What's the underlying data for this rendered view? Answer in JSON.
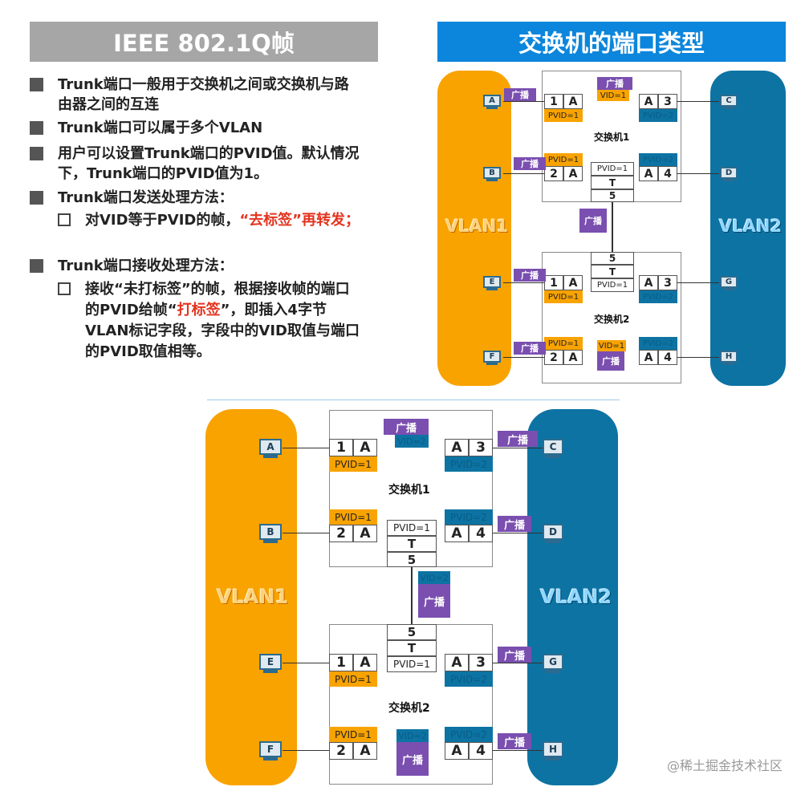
{
  "left_title": "IEEE 802.1Q帧",
  "right_title": "交换机的端口类型",
  "bullets": [
    {
      "line1": "Trunk端口一般用于交换机之间或交换机与路",
      "line2": "由器之间的互连"
    },
    {
      "line1": "Trunk端口可以属于多个VLAN"
    },
    {
      "line1": "用户可以设置Trunk端口的PVID值。默认情况",
      "line2": "下，Trunk端口的PVID值为1。"
    },
    {
      "line1": "Trunk端口发送处理方法："
    },
    {
      "line1": "Trunk端口接收处理方法："
    }
  ],
  "sub_send": {
    "pre": "对VID等于PVID的帧，",
    "red": "“去标签”",
    "post": "再转发；"
  },
  "sub_recv": {
    "l1": "接收“未打标签”的帧，根据接收帧的端口",
    "l2pre": "的PVID给帧“",
    "l2red": "打标签",
    "l2post": "”，即插入4字节",
    "l3": "VLAN标记字段，字段中的VID取值与端口",
    "l4": "的PVID取值相等。"
  },
  "diagram": {
    "vlan1": "VLAN1",
    "vlan2": "VLAN2",
    "switch1": "交换机1",
    "switch2": "交换机2",
    "broadcast": "广播",
    "pvid1": "PVID=1",
    "pvid2": "PVID=2",
    "vid1": "VID=1",
    "vid2": "VID=2",
    "t": "T",
    "five": "5",
    "hosts": {
      "a": "A",
      "b": "B",
      "c": "C",
      "d": "D",
      "e": "E",
      "f": "F",
      "g": "G",
      "h": "H"
    },
    "p1": "1",
    "p2": "2",
    "p3": "3",
    "p4": "4",
    "pa": "A"
  },
  "watermark": "@稀土掘金技术社区"
}
